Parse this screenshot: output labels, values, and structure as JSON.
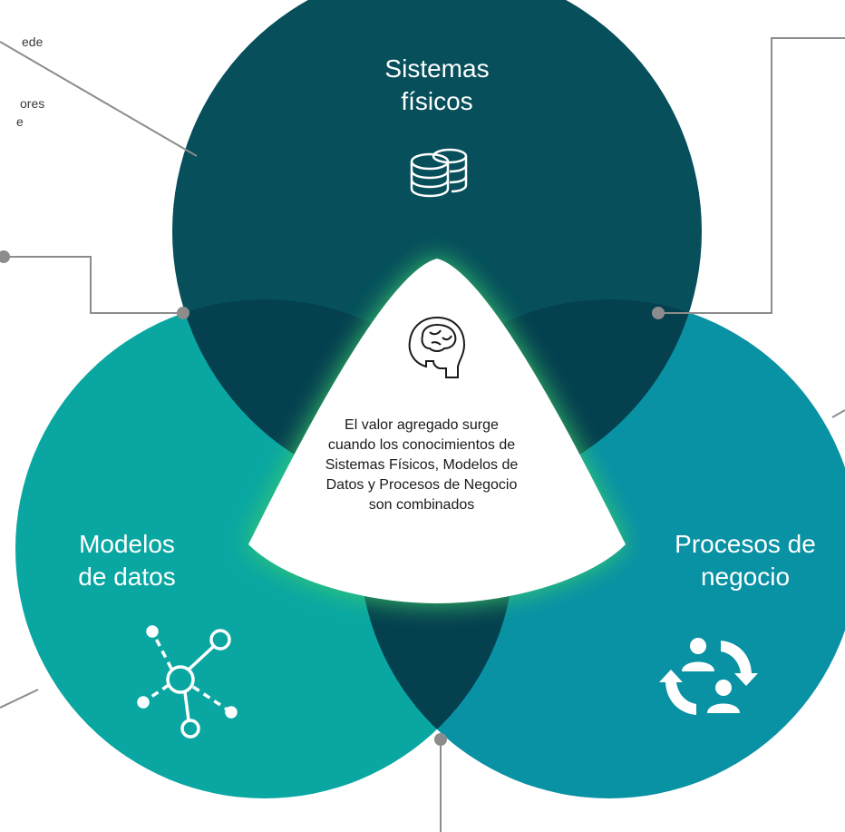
{
  "circles": {
    "top": {
      "label": "Sistemas\nfísicos",
      "icon": "database-icon",
      "color": "#064f5b"
    },
    "left": {
      "label": "Modelos\nde datos",
      "icon": "network-nodes-icon",
      "color": "#0aa7a2"
    },
    "right": {
      "label": "Procesos de\nnegocio",
      "icon": "people-cycle-icon",
      "color": "#0991a4"
    }
  },
  "overlap_color": "#05404f",
  "center": {
    "icon": "brain-head-icon",
    "text": "El valor agregado surge\ncuando los conocimientos de\nSistemas Físicos, Modelos de\nDatos y Procesos de Negocio\nson combinados",
    "glow_color": "#3ecf6a"
  },
  "callout_fragments": [
    "ede",
    "ores",
    "e"
  ],
  "connector_color": "#8c8c8c"
}
